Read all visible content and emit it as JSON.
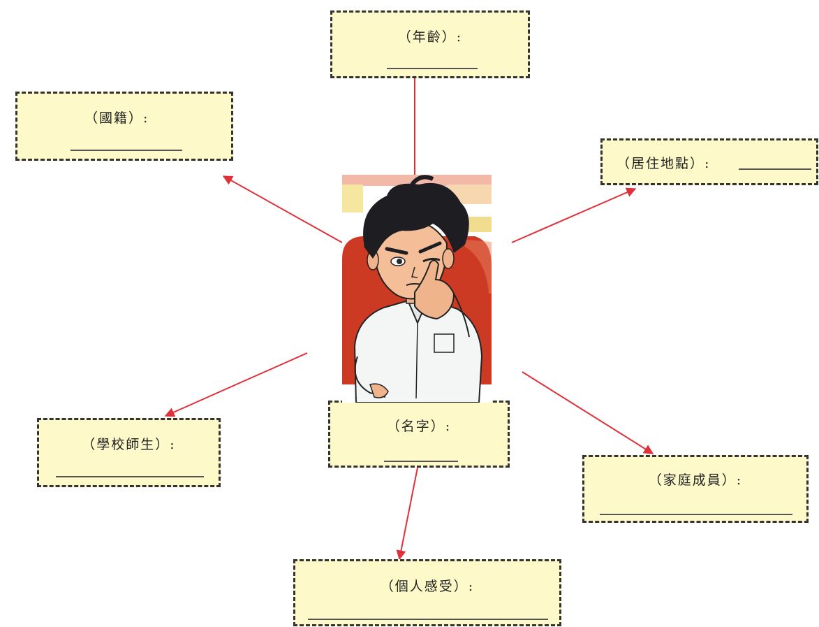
{
  "diagram": {
    "labels": {
      "age": "（年齡）:",
      "nationality": "（國籍）:",
      "residence": "（居住地點）:",
      "school": "（學校師生）:",
      "name": "（名字）:",
      "family": "（家庭成員）:",
      "feelings": "（個人感受）:"
    },
    "colors": {
      "box_fill": "#fdf9c9",
      "box_border": "#333333",
      "arrow": "#e0303a",
      "portrait_bg": "#cc3a24"
    },
    "portrait": "cartoon-boy-thinking"
  }
}
